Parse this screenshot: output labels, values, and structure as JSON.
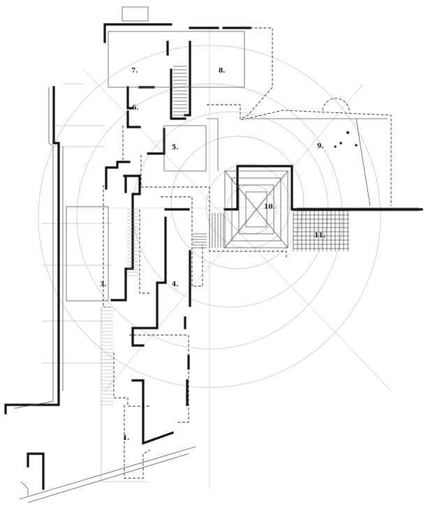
{
  "room_labels": {
    "r1": "1.",
    "r3": "3.",
    "r4": "4.",
    "r5": "5.",
    "r6": "6.",
    "r7": "7.",
    "r8": "8.",
    "r9": "9.",
    "r10": "10.",
    "r11": "11."
  },
  "colors": {
    "wall": "#111111",
    "construction": "#bdbdbd",
    "background": "#ffffff"
  }
}
